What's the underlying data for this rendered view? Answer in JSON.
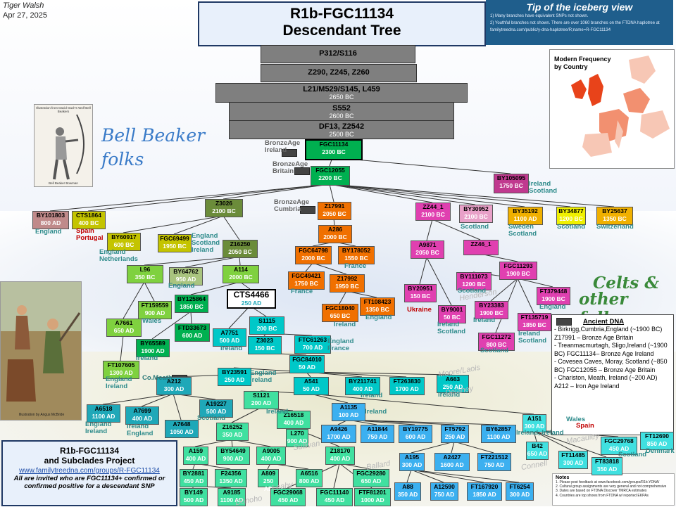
{
  "header": {
    "author": "Tiger Walsh",
    "date": "Apr 27, 2025",
    "title_line1": "R1b-FGC11134",
    "title_line2": "Descendant Tree"
  },
  "iceberg": {
    "title": "Tip of the iceberg view",
    "note1": "1) Many branches have equivalent SNPs not shown.",
    "note2": "2) Youthful branches not shown. There are over 1060 branches on the FTDNA haplotree at",
    "note3": "familytreedna.com/public/y-dna-haplotree/R;name=R-FGC11134"
  },
  "pyramid": [
    {
      "name": "P312/S116",
      "date": ""
    },
    {
      "name": "Z290, Z245, Z260",
      "date": ""
    },
    {
      "name": "L21/M529/S145, L459",
      "date": "2650 BC"
    },
    {
      "name": "S552",
      "date": "2600 BC"
    },
    {
      "name": "DF13, Z2542",
      "date": "2500 BC"
    }
  ],
  "nodes": [
    {
      "id": "FGC11134",
      "name": "FGC11134",
      "date": "2300 BC",
      "color": "#00b050"
    },
    {
      "id": "FGC12055",
      "name": "FGC12055",
      "date": "2200 BC",
      "color": "#00b050"
    },
    {
      "id": "BY105095",
      "name": "BY105095",
      "date": "1750 BC",
      "color": "#c0398f"
    },
    {
      "id": "BY101803",
      "name": "BY101803",
      "date": "800 AD",
      "color": "#c08a8a"
    },
    {
      "id": "CTS1864",
      "name": "CTS1864",
      "date": "400 BC",
      "color": "#c4c400"
    },
    {
      "id": "Z3026",
      "name": "Z3026",
      "date": "2100 BC",
      "color": "#6b8c3a"
    },
    {
      "id": "Z17991",
      "name": "Z17991",
      "date": "2050 BC",
      "color": "#f07000"
    },
    {
      "id": "ZZ44_1",
      "name": "ZZ44_1",
      "date": "2100 BC",
      "color": "#e040b0"
    },
    {
      "id": "BY30952",
      "name": "BY30952",
      "date": "2100 BC",
      "color": "#e8a0c8"
    },
    {
      "id": "BY35192",
      "name": "BY35192",
      "date": "1100 AD",
      "color": "#f0b000"
    },
    {
      "id": "BY34877",
      "name": "BY34877",
      "date": "1200 BC",
      "color": "#f0f000"
    },
    {
      "id": "BY25637",
      "name": "BY25637",
      "date": "1350 BC",
      "color": "#f0b000"
    },
    {
      "id": "BY60917",
      "name": "BY60917",
      "date": "600 BC",
      "color": "#c4c400"
    },
    {
      "id": "FGC69499",
      "name": "FGC69499",
      "date": "1950 BC",
      "color": "#c4c400"
    },
    {
      "id": "Z16250",
      "name": "Z16250",
      "date": "2050 BC",
      "color": "#6b8c3a"
    },
    {
      "id": "A286",
      "name": "A286",
      "date": "2000 BC",
      "color": "#f07000"
    },
    {
      "id": "A9871",
      "name": "A9871",
      "date": "2050 BC",
      "color": "#e040b0"
    },
    {
      "id": "ZZ46_1",
      "name": "ZZ46_1",
      "date": "",
      "color": "#e040b0"
    },
    {
      "id": "FGC64798",
      "name": "FGC64798",
      "date": "2000 BC",
      "color": "#f07000"
    },
    {
      "id": "BY178052",
      "name": "BY178052",
      "date": "1550 BC",
      "color": "#f07000"
    },
    {
      "id": "FGC11293",
      "name": "FGC11293",
      "date": "1900 BC",
      "color": "#e040b0"
    },
    {
      "id": "L96",
      "name": "L96",
      "date": "350 BC",
      "color": "#7fd13f"
    },
    {
      "id": "BY64762",
      "name": "BY64762",
      "date": "950 AD",
      "color": "#a9c47f"
    },
    {
      "id": "A114",
      "name": "A114",
      "date": "2000 BC",
      "color": "#7fd13f"
    },
    {
      "id": "FGC49421",
      "name": "FGC49421",
      "date": "1750 BC",
      "color": "#f07000"
    },
    {
      "id": "Z17992",
      "name": "Z17992",
      "date": "1950 BC",
      "color": "#f07000"
    },
    {
      "id": "BY111073",
      "name": "BY111073",
      "date": "1200 BC",
      "color": "#e040b0"
    },
    {
      "id": "FT379448",
      "name": "FT379448",
      "date": "1900 BC",
      "color": "#e040b0"
    },
    {
      "id": "FT159559",
      "name": "FT159559",
      "date": "900 AD",
      "color": "#7fd13f"
    },
    {
      "id": "BY125864",
      "name": "BY125864",
      "date": "1850 BC",
      "color": "#00b050"
    },
    {
      "id": "CTS4466",
      "name": "CTS4466",
      "date": "250 AD",
      "color": "#00c8c8"
    },
    {
      "id": "BY20951",
      "name": "BY20951",
      "date": "150 BC",
      "color": "#e040b0"
    },
    {
      "id": "BY9001",
      "name": "BY9001",
      "date": "50 BC",
      "color": "#e040b0"
    },
    {
      "id": "BY23383",
      "name": "BY23383",
      "date": "1900 BC",
      "color": "#e040b0"
    },
    {
      "id": "FT135719",
      "name": "FT135719",
      "date": "1850 BC",
      "color": "#e040b0"
    },
    {
      "id": "FGC18040",
      "name": "FGC18040",
      "date": "650 BC",
      "color": "#f07000"
    },
    {
      "id": "FT108423",
      "name": "FT108423",
      "date": "1350 BC",
      "color": "#f07000"
    },
    {
      "id": "A7661",
      "name": "A7661",
      "date": "650 AD",
      "color": "#7fd13f"
    },
    {
      "id": "FTD33673",
      "name": "FTD33673",
      "date": "600 AD",
      "color": "#00b050"
    },
    {
      "id": "S1115",
      "name": "S1115",
      "date": "200 BC",
      "color": "#00c8c8"
    },
    {
      "id": "A7751",
      "name": "A7751",
      "date": "500 AD",
      "color": "#00c8c8"
    },
    {
      "id": "BY65589",
      "name": "BY65589",
      "date": "1900 AD",
      "color": "#00b050"
    },
    {
      "id": "Z3023",
      "name": "Z3023",
      "date": "150 BC",
      "color": "#00c8c8"
    },
    {
      "id": "FTC61263",
      "name": "FTC61263",
      "date": "700 AD",
      "color": "#00c8c8"
    },
    {
      "id": "FGC11272",
      "name": "FGC11272",
      "date": "800 BC",
      "color": "#e040b0"
    },
    {
      "id": "FT107605",
      "name": "FT107605",
      "date": "1300 AD",
      "color": "#7fd13f"
    },
    {
      "id": "FGC84010",
      "name": "FGC84010",
      "date": "50 AD",
      "color": "#00c8c8"
    },
    {
      "id": "BY23591",
      "name": "BY23591",
      "date": "250 AD",
      "color": "#00c8c8"
    },
    {
      "id": "A212",
      "name": "A212",
      "date": "300 AD",
      "color": "#1fa8b8"
    },
    {
      "id": "A541",
      "name": "A541",
      "date": "50 AD",
      "color": "#00c8c8"
    },
    {
      "id": "BY211741",
      "name": "BY211741",
      "date": "400 AD",
      "color": "#00c8c8"
    },
    {
      "id": "FT263830",
      "name": "FT263830",
      "date": "1700 AD",
      "color": "#00c8c8"
    },
    {
      "id": "A663",
      "name": "A663",
      "date": "250 AD",
      "color": "#00c8c8"
    },
    {
      "id": "S1121",
      "name": "S1121",
      "date": "200 AD",
      "color": "#40e0a0"
    },
    {
      "id": "A19227",
      "name": "A19227",
      "date": "500 AD",
      "color": "#1fa8b8"
    },
    {
      "id": "A6518",
      "name": "A6518",
      "date": "1100 AD",
      "color": "#1fa8b8"
    },
    {
      "id": "A7699",
      "name": "A7699",
      "date": "400 AD",
      "color": "#1fa8b8"
    },
    {
      "id": "A7648",
      "name": "A7648",
      "date": "1050 AD",
      "color": "#1fa8b8"
    },
    {
      "id": "Z16518",
      "name": "Z16518",
      "date": "400 AD",
      "color": "#40e0a0"
    },
    {
      "id": "A1135",
      "name": "A1135",
      "date": "100 AD",
      "color": "#3cb0f0"
    },
    {
      "id": "Z16252",
      "name": "Z16252",
      "date": "350 AD",
      "color": "#40e0a0"
    },
    {
      "id": "L270",
      "name": "L270",
      "date": "900 AD",
      "color": "#40e0a0"
    },
    {
      "id": "A9426",
      "name": "A9426",
      "date": "1700 AD",
      "color": "#3cb0f0"
    },
    {
      "id": "A11844",
      "name": "A11844",
      "date": "750 AD",
      "color": "#3cb0f0"
    },
    {
      "id": "BY19775",
      "name": "BY19775",
      "date": "600 AD",
      "color": "#3cb0f0"
    },
    {
      "id": "FT5792",
      "name": "FT5792",
      "date": "250 AD",
      "color": "#3cb0f0"
    },
    {
      "id": "BY62857",
      "name": "BY62857",
      "date": "1100 AD",
      "color": "#3cb0f0"
    },
    {
      "id": "A151",
      "name": "A151",
      "date": "300 AD",
      "color": "#40e0e0"
    },
    {
      "id": "FGC29768",
      "name": "FGC29768",
      "date": "450 AD",
      "color": "#40e0e0"
    },
    {
      "id": "FT12690",
      "name": "FT12690",
      "date": "850 AD",
      "color": "#40e0e0"
    },
    {
      "id": "A159",
      "name": "A159",
      "date": "400 AD",
      "color": "#40e0a0"
    },
    {
      "id": "BY54649",
      "name": "BY54649",
      "date": "900 AD",
      "color": "#40e0a0"
    },
    {
      "id": "A9005",
      "name": "A9005",
      "date": "400 AD",
      "color": "#40e0a0"
    },
    {
      "id": "Z18170",
      "name": "Z18170",
      "date": "400 AD",
      "color": "#40e0a0"
    },
    {
      "id": "B42",
      "name": "B42",
      "date": "650 AD",
      "color": "#40e0e0"
    },
    {
      "id": "FT11485",
      "name": "FT11485",
      "date": "300 AD",
      "color": "#40e0e0"
    },
    {
      "id": "FT83818",
      "name": "FT83818",
      "date": "350 AD",
      "color": "#40e0e0"
    },
    {
      "id": "A195",
      "name": "A195",
      "date": "300 AD",
      "color": "#3cb0f0"
    },
    {
      "id": "A2427",
      "name": "A2427",
      "date": "1600 AD",
      "color": "#3cb0f0"
    },
    {
      "id": "FT221512",
      "name": "FT221512",
      "date": "750 AD",
      "color": "#3cb0f0"
    },
    {
      "id": "BY2881",
      "name": "BY2881",
      "date": "450 AD",
      "color": "#40e0a0"
    },
    {
      "id": "F24356",
      "name": "F24356",
      "date": "1350 AD",
      "color": "#40e0a0"
    },
    {
      "id": "A809",
      "name": "A809",
      "date": "250 AD",
      "color": "#40e0a0"
    },
    {
      "id": "A6516",
      "name": "A6516",
      "date": "800 AD",
      "color": "#40e0a0"
    },
    {
      "id": "FGC29280",
      "name": "FGC29280",
      "date": "650 AD",
      "color": "#40e0a0"
    },
    {
      "id": "A88",
      "name": "A88",
      "date": "350 AD",
      "color": "#3cb0f0"
    },
    {
      "id": "A12590",
      "name": "A12590",
      "date": "750 AD",
      "color": "#3cb0f0"
    },
    {
      "id": "FT167920",
      "name": "FT167920",
      "date": "1850 AD",
      "color": "#3cb0f0"
    },
    {
      "id": "FT6254",
      "name": "FT6254",
      "date": "300 AD",
      "color": "#3cb0f0"
    },
    {
      "id": "BY149",
      "name": "BY149",
      "date": "500 AD",
      "color": "#40e0a0"
    },
    {
      "id": "A9185",
      "name": "A9185",
      "date": "1100 AD",
      "color": "#40e0a0"
    },
    {
      "id": "FGC29068",
      "name": "FGC29068",
      "date": "450 AD",
      "color": "#40e0a0"
    },
    {
      "id": "FGC11140",
      "name": "FGC11140",
      "date": "450 AD",
      "color": "#40e0a0"
    },
    {
      "id": "FTF81201",
      "name": "FTF81201",
      "date": "1000 AD",
      "color": "#40e0a0"
    }
  ],
  "place_labels": [
    {
      "id": "l_bronze1",
      "text": "BronzeAge\nIreland",
      "kind": "gray"
    },
    {
      "id": "l_bronze2",
      "text": "BronzeAge\nBritain",
      "kind": "gray"
    },
    {
      "id": "l_bronze3",
      "text": "BronzeAge\nCumbria",
      "kind": "gray"
    },
    {
      "id": "l_irl_sco1",
      "text": "Ireland\nScotland",
      "kind": "teal"
    },
    {
      "id": "l_eng1",
      "text": "England",
      "kind": "teal"
    },
    {
      "id": "l_spain",
      "text": "Spain\nPortugal",
      "kind": "red"
    },
    {
      "id": "l_eng_sco_irl",
      "text": "England\nScotland\nIreland",
      "kind": "teal"
    },
    {
      "id": "l_eng_neth",
      "text": "England\nNetherlands",
      "kind": "teal"
    },
    {
      "id": "l_swe_sco",
      "text": "Sweden\nScotland",
      "kind": "teal"
    },
    {
      "id": "l_sco1",
      "text": "Scotland",
      "kind": "teal"
    },
    {
      "id": "l_sco2",
      "text": "Scotland",
      "kind": "teal"
    },
    {
      "id": "l_swz",
      "text": "Switzerland",
      "kind": "teal"
    },
    {
      "id": "l_france1",
      "text": "France",
      "kind": "teal"
    },
    {
      "id": "l_eng2",
      "text": "England",
      "kind": "teal"
    },
    {
      "id": "l_france2",
      "text": "France",
      "kind": "teal"
    },
    {
      "id": "l_wales",
      "text": "Wales",
      "kind": "teal"
    },
    {
      "id": "l_sco3",
      "text": "Scotland",
      "kind": "teal"
    },
    {
      "id": "l_ukraine",
      "text": "Ukraine",
      "kind": "red"
    },
    {
      "id": "l_irl_sco2",
      "text": "Ireland\nScotland",
      "kind": "teal"
    },
    {
      "id": "l_ireland1",
      "text": "Ireland",
      "kind": "teal"
    },
    {
      "id": "l_eng3",
      "text": "England",
      "kind": "teal"
    },
    {
      "id": "l_irl_sco3",
      "text": "Ireland\nScotland",
      "kind": "teal"
    },
    {
      "id": "l_eng4",
      "text": "England",
      "kind": "teal"
    },
    {
      "id": "l_irl2",
      "text": "Ireland",
      "kind": "teal"
    },
    {
      "id": "l_irl3",
      "text": "Ireland",
      "kind": "teal"
    },
    {
      "id": "l_irl4",
      "text": "Ireland",
      "kind": "teal"
    },
    {
      "id": "l_eng_fr",
      "text": "England\nFrance",
      "kind": "teal"
    },
    {
      "id": "l_sco4",
      "text": "Scotland",
      "kind": "teal"
    },
    {
      "id": "l_eng_irl",
      "text": "England\nIreland",
      "kind": "teal"
    },
    {
      "id": "l_eng_irl2",
      "text": "England\nIreland",
      "kind": "teal"
    },
    {
      "id": "l_comeath",
      "text": "Co.Meath",
      "kind": "blue"
    },
    {
      "id": "l_irl5",
      "text": "Ireland",
      "kind": "teal"
    },
    {
      "id": "l_irl6",
      "text": "Ireland",
      "kind": "teal"
    },
    {
      "id": "l_sco5",
      "text": "Scotland",
      "kind": "teal"
    },
    {
      "id": "l_eng_irl3",
      "text": "England\nIreland",
      "kind": "teal"
    },
    {
      "id": "l_irl_eng",
      "text": "Ireland\nEngland",
      "kind": "teal"
    },
    {
      "id": "l_irl7",
      "text": "Ireland",
      "kind": "teal"
    },
    {
      "id": "l_irl8",
      "text": "Ireland",
      "kind": "teal"
    },
    {
      "id": "l_wales2",
      "text": "Wales",
      "kind": "teal"
    },
    {
      "id": "l_spain2",
      "text": "Spain",
      "kind": "red"
    },
    {
      "id": "l_irl_ire",
      "text": "Ireland, Ireland",
      "kind": "teal"
    },
    {
      "id": "l_sco6",
      "text": "Scotland",
      "kind": "teal"
    },
    {
      "id": "l_denmark",
      "text": "Denmark",
      "kind": "teal"
    }
  ],
  "faint_labels": [
    "Henderson",
    "Moore/Laois",
    "Delaney",
    "Ballard",
    "Connell",
    "Macauley",
    "Donoho",
    "Leahy",
    "Sullivan"
  ],
  "section_labels": {
    "bell_beaker_1": "Bell Beaker",
    "bell_beaker_2": "folks",
    "celts_1": "Celts &",
    "celts_2": "other folks"
  },
  "map": {
    "title": "Modern Frequency\nby Country"
  },
  "ancient_dna": {
    "title": "Ancient DNA",
    "rows": [
      "- Birkrigg,Cumbria,England (~1900 BC) Z17991 – Bronze Age Britain",
      "- Treanmacmurtagh, Sligo,Ireland (~1900 BC) FGC11134– Bronze Age Ireland",
      "- Covesea Caves, Moray, Scotland (~850 BC) FGC12055 – Bronze Age Britain",
      "- Chariston, Meath, Ireland (~200 AD) A212 – Iron Age Ireland"
    ]
  },
  "project": {
    "line1": "R1b-FGC11134",
    "line2": "and Subclades Project",
    "url": "www.familytreedna.com/groups/R-FGC11134",
    "line4": "All are invited who are FGC11134+ confirmed or confirmed positive for a descendant SNP"
  },
  "notes": {
    "title": "Notes",
    "rows": [
      "1. Please post feedback at www.facebook.com/groups/R1b.YDNA/",
      "2. Cultural group assignments are very general and not comprehensive",
      "3. Dates are based on FTDNA Discover TMRCA estimates",
      "4. Countries are top shows from FTDNA w/ reported EKPAs"
    ]
  },
  "illustrations": {
    "bell_caption": "Illustration from David Gach's Wolf Bell Beakers",
    "bell_footer": "Bell Beaker Bowman",
    "celt_caption": "Illustration by Angus McBride"
  },
  "colors": {
    "pyramid": "#7f7f7f",
    "title_border": "#1f3864",
    "iceberg_bg": "#1f5e8c",
    "bell_beaker_text": "#3a7bc8",
    "celts_text": "#3a8a3a",
    "map_high": "#e8431a",
    "map_mid": "#f29070",
    "map_low": "#f7c7b5"
  }
}
